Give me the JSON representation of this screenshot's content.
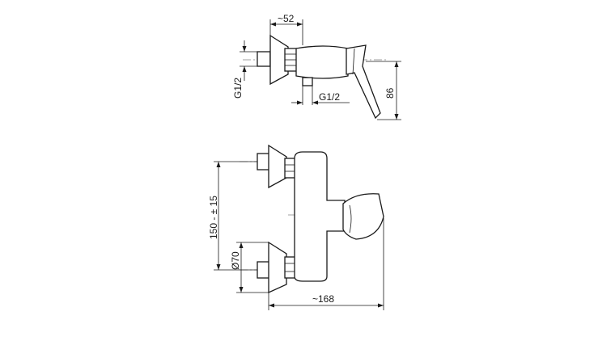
{
  "dimensions": {
    "top_width": "~52",
    "inlet_thread": "G1/2",
    "outlet_thread": "G1/2",
    "height": "86",
    "center_distance": "150 - ± 15",
    "rosette_diameter": "Ø70",
    "total_depth": "~168"
  }
}
